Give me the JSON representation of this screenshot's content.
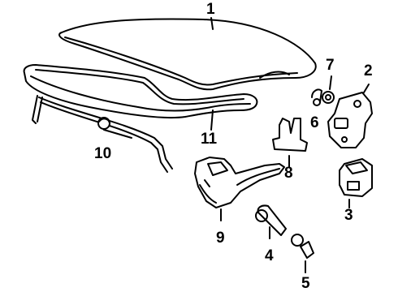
{
  "colors": {
    "ink": "#000000",
    "paper": "#ffffff"
  },
  "callouts": {
    "c1": "1",
    "c2": "2",
    "c3": "3",
    "c4": "4",
    "c5": "5",
    "c6": "6",
    "c7": "7",
    "c8": "8",
    "c9": "9",
    "c10": "10",
    "c11": "11"
  }
}
